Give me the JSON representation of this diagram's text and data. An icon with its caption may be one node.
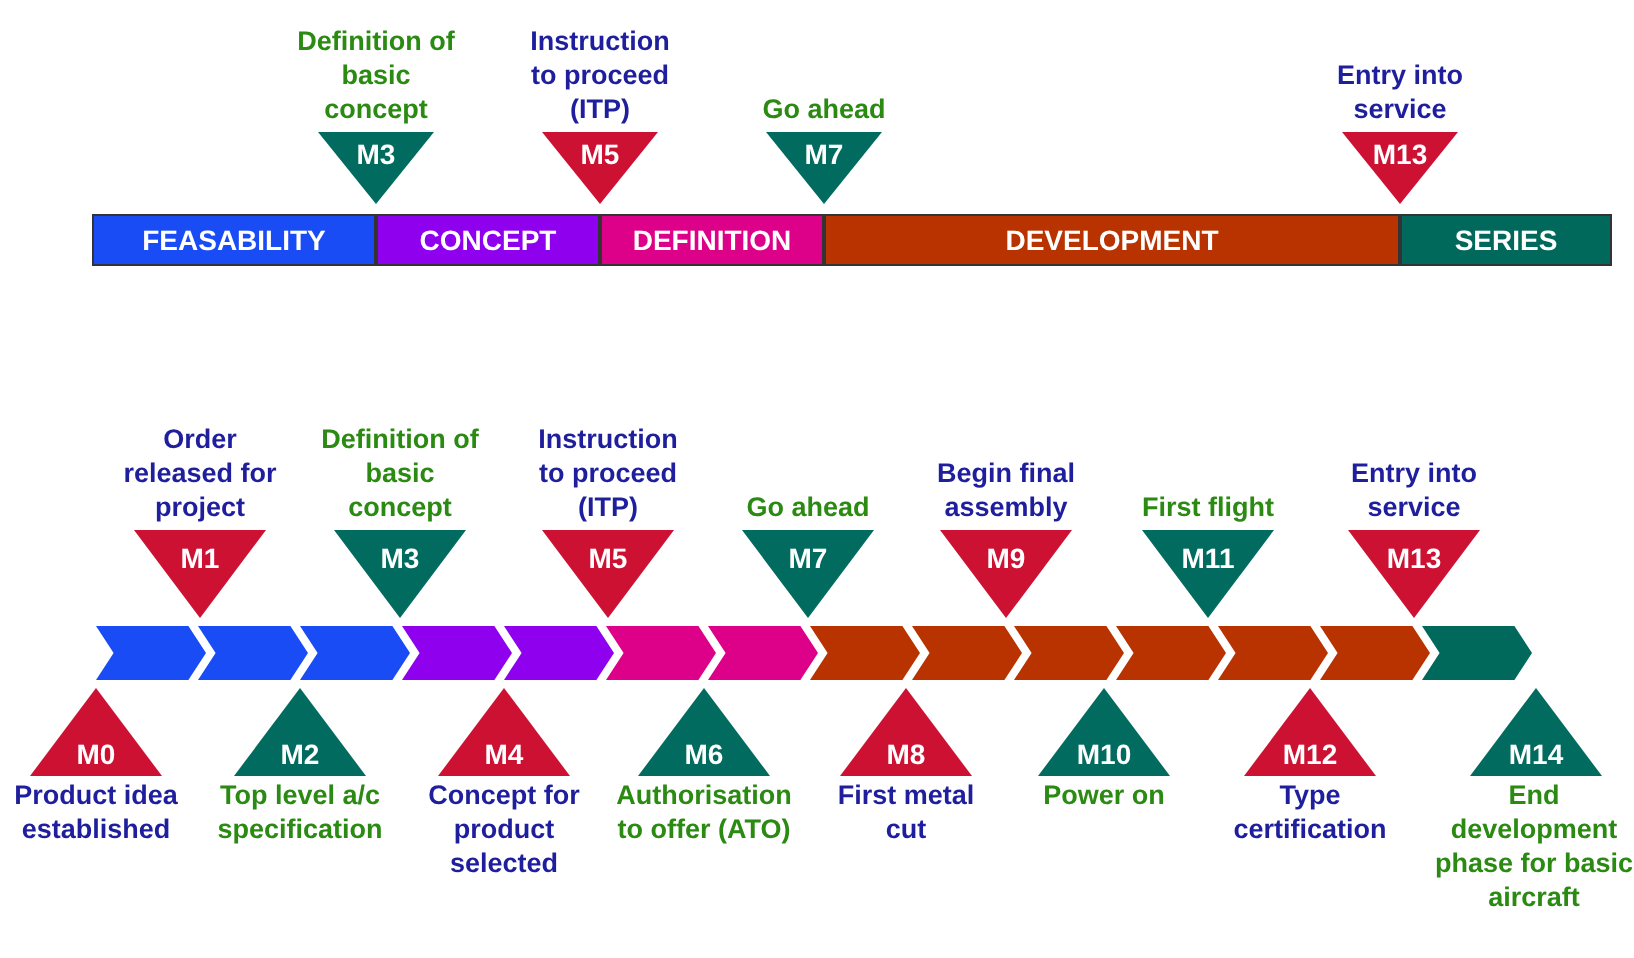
{
  "diagram": {
    "nodes": [
      {
        "text": [
          "M3"
        ],
        "beside": [
          "Definition of basic concept"
        ]
      },
      {
        "text": [
          "M5"
        ],
        "beside": [
          "Instruction to proceed (ITP)"
        ]
      },
      {
        "text": [
          "M7"
        ],
        "beside": [
          "Go ahead"
        ]
      },
      {
        "text": [
          "M13"
        ],
        "beside": [
          "Entry into service"
        ]
      },
      {
        "text": [
          "FEASABILITY"
        ]
      },
      {
        "text": [
          "CONCEPT"
        ]
      },
      {
        "text": [
          "DEFINITION"
        ]
      },
      {
        "text": [
          "DEVELOPMENT"
        ]
      },
      {
        "text": [
          "SERIES"
        ]
      },
      {
        "text": [
          "M1"
        ],
        "beside": [
          "Order released for project"
        ]
      },
      {
        "text": [
          "M3"
        ],
        "beside": [
          "Definition of basic concept"
        ]
      },
      {
        "text": [
          "M5"
        ],
        "beside": [
          "Instruction to proceed (ITP)"
        ]
      },
      {
        "text": [
          "M7"
        ],
        "beside": [
          "Go ahead"
        ]
      },
      {
        "text": [
          "M9"
        ],
        "beside": [
          "Begin final assembly"
        ]
      },
      {
        "text": [
          "M11"
        ],
        "beside": [
          "First flight"
        ]
      },
      {
        "text": [
          "M13"
        ],
        "beside": [
          "Entry into service"
        ]
      },
      {
        "text": [],
        "shape": "chevron"
      },
      {
        "text": [],
        "shape": "chevron"
      },
      {
        "text": [],
        "shape": "chevron"
      },
      {
        "text": [],
        "shape": "chevron"
      },
      {
        "text": [],
        "shape": "chevron"
      },
      {
        "text": [],
        "shape": "chevron"
      },
      {
        "text": [],
        "shape": "chevron"
      },
      {
        "text": [],
        "shape": "chevron"
      },
      {
        "text": [],
        "shape": "chevron"
      },
      {
        "text": [],
        "shape": "chevron"
      },
      {
        "text": [],
        "shape": "chevron"
      },
      {
        "text": [],
        "shape": "chevron"
      },
      {
        "text": [],
        "shape": "chevron"
      },
      {
        "text": [],
        "shape": "chevron"
      },
      {
        "text": [
          "M0"
        ],
        "beside": [
          "Product idea established"
        ]
      },
      {
        "text": [
          "M2"
        ],
        "beside": [
          "Top level a/c specification"
        ]
      },
      {
        "text": [
          "M4"
        ],
        "beside": [
          "Concept for product selected"
        ]
      },
      {
        "text": [
          "M6"
        ],
        "beside": [
          "Authorisation to offer (ATO)"
        ]
      },
      {
        "text": [
          "M8"
        ],
        "beside": [
          "First metal cut"
        ]
      },
      {
        "text": [
          "M10"
        ],
        "beside": [
          "Power on"
        ]
      },
      {
        "text": [
          "M12"
        ],
        "beside": [
          "Type certification"
        ]
      },
      {
        "text": [
          "M14"
        ],
        "beside": [
          "End development phase for basic aircraft"
        ]
      }
    ]
  }
}
